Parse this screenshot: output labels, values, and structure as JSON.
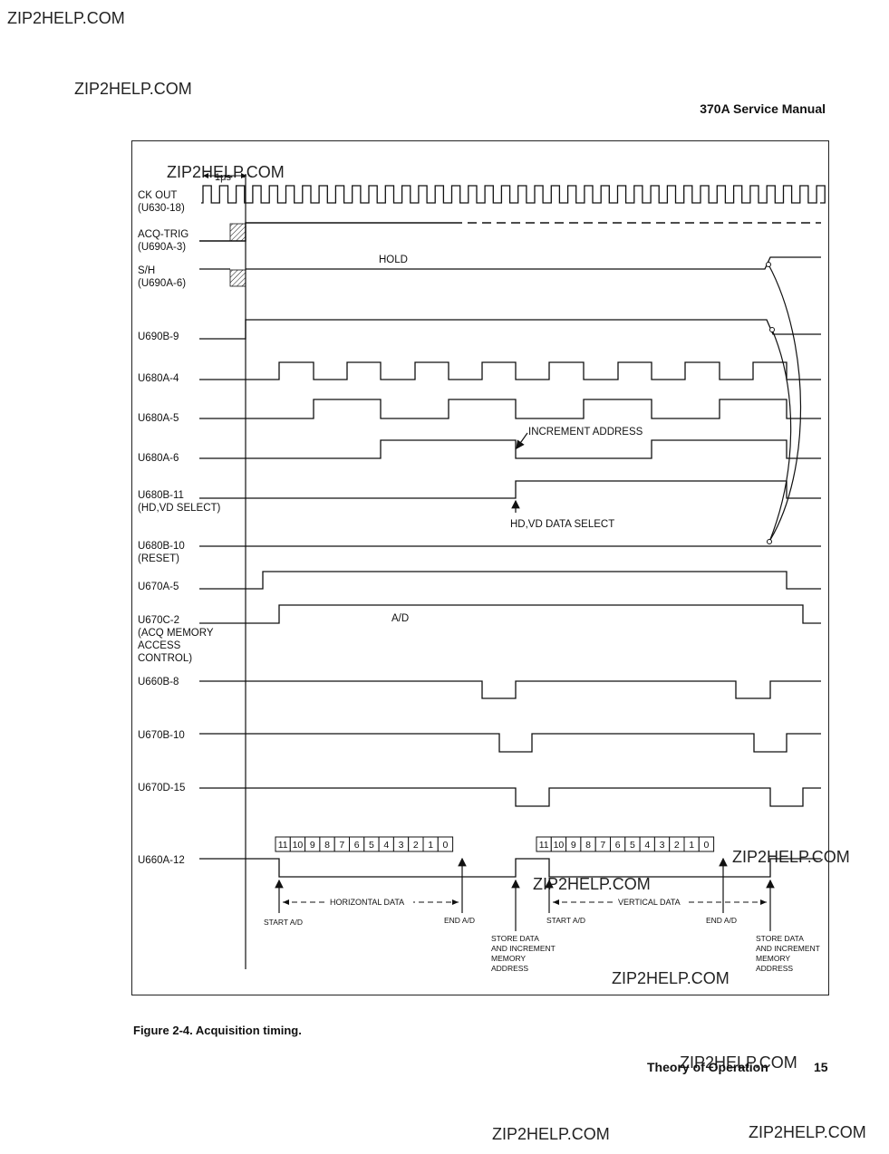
{
  "watermarks": [
    "ZIP2HELP.COM",
    "ZIP2HELP.COM",
    "ZIP2HELP.COM",
    "ZIP2HELP.COM",
    "ZIP2HELP.COM",
    "ZIP2HELP.COM",
    "ZIP2HELP.COM",
    "ZIP2HELP.COM",
    "ZIP2HELP.COM"
  ],
  "header": {
    "manual_title": "370A Service Manual"
  },
  "diagram": {
    "time_scale_label": "1μs",
    "signals": [
      {
        "name": "CK OUT",
        "sub": [
          "(U630-18)"
        ]
      },
      {
        "name": "ACQ-TRIG",
        "sub": [
          "(U690A-3)"
        ]
      },
      {
        "name": "S/H",
        "sub": [
          "(U690A-6)"
        ]
      },
      {
        "name": "U690B-9",
        "sub": []
      },
      {
        "name": "U680A-4",
        "sub": []
      },
      {
        "name": "U680A-5",
        "sub": []
      },
      {
        "name": "U680A-6",
        "sub": []
      },
      {
        "name": "U680B-11",
        "sub": [
          "(HD,VD SELECT)"
        ]
      },
      {
        "name": "U680B-10",
        "sub": [
          "(RESET)"
        ]
      },
      {
        "name": "U670A-5",
        "sub": []
      },
      {
        "name": "U670C-2",
        "sub": [
          "(ACQ MEMORY",
          "ACCESS",
          "CONTROL)"
        ]
      },
      {
        "name": "U660B-8",
        "sub": []
      },
      {
        "name": "U670B-10",
        "sub": []
      },
      {
        "name": "U670D-15",
        "sub": []
      },
      {
        "name": "U660A-12",
        "sub": []
      }
    ],
    "annotations": {
      "hold": "HOLD",
      "increment_address": "INCREMENT ADDRESS",
      "hd_vd_data_select": "HD,VD DATA SELECT",
      "ad": "A/D",
      "horizontal_data": "HORIZONTAL DATA",
      "vertical_data": "VERTICAL DATA",
      "start_ad": "START A/D",
      "end_ad": "END A/D",
      "store_data": [
        "STORE DATA",
        "AND INCREMENT",
        "MEMORY",
        "ADDRESS"
      ]
    },
    "bits": [
      "11",
      "10",
      "9",
      "8",
      "7",
      "6",
      "5",
      "4",
      "3",
      "2",
      "1",
      "0"
    ]
  },
  "caption": "Figure 2-4.  Acquisition timing.",
  "footer": {
    "section": "Theory of Operation",
    "page_number": "15"
  }
}
